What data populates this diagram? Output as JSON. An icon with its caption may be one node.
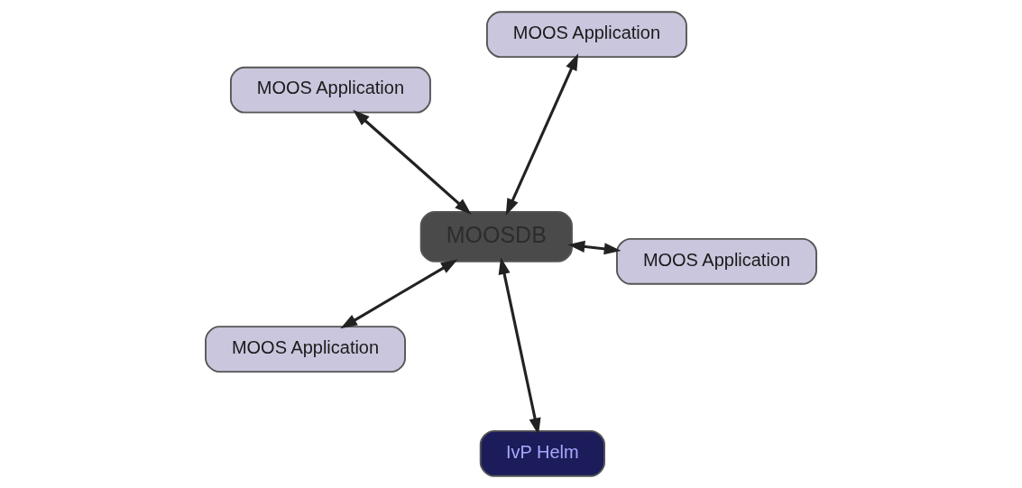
{
  "diagram": {
    "nodes": [
      {
        "text": [
          "MOOS Application"
        ]
      },
      {
        "text": [
          "MOOS Application"
        ]
      },
      {
        "text": [
          "IvP Helm"
        ]
      },
      {
        "text": [
          "MOOSDB"
        ]
      },
      {
        "text": [
          "MOOS Application"
        ]
      },
      {
        "text": [
          "MOOS Application"
        ]
      }
    ],
    "edges": [
      {
        "from": 0,
        "to": 3,
        "arrow": "both"
      },
      {
        "from": 1,
        "to": 3,
        "arrow": "both"
      },
      {
        "from": 2,
        "to": 3,
        "arrow": "both"
      },
      {
        "from": 4,
        "to": 3,
        "arrow": "both"
      },
      {
        "from": 5,
        "to": 3,
        "arrow": "both"
      }
    ]
  }
}
